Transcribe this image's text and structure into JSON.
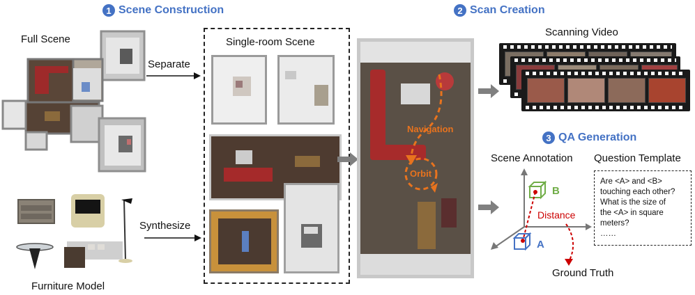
{
  "steps": {
    "scene_construction": {
      "number": "1",
      "title": "Scene Construction"
    },
    "scan_creation": {
      "number": "2",
      "title": "Scan Creation"
    },
    "qa_generation": {
      "number": "3",
      "title": "QA Generation"
    }
  },
  "labels": {
    "full_scene": "Full Scene",
    "separate": "Separate",
    "synthesize": "Synthesize",
    "furniture_model": "Furniture Model",
    "single_room_scene": "Single-room Scene",
    "navigation": "Navigation",
    "orbit": "Orbit",
    "scanning_video": "Scanning Video",
    "scene_annotation": "Scene Annotation",
    "question_template": "Question Template",
    "ground_truth": "Ground Truth",
    "distance": "Distance",
    "obj_a": "A",
    "obj_b": "B"
  },
  "question_template_lines": [
    "Are <A> and <B>",
    "touching each other?",
    "What is the size of",
    "the <A> in square",
    "meters?",
    "……"
  ],
  "colors": {
    "step_blue": "#4472c4",
    "navigation_orange": "#e8731e",
    "cube_green": "#70ad47",
    "cube_blue": "#4472c4",
    "distance_red": "#cc0000",
    "arrow_gray": "#808080"
  }
}
